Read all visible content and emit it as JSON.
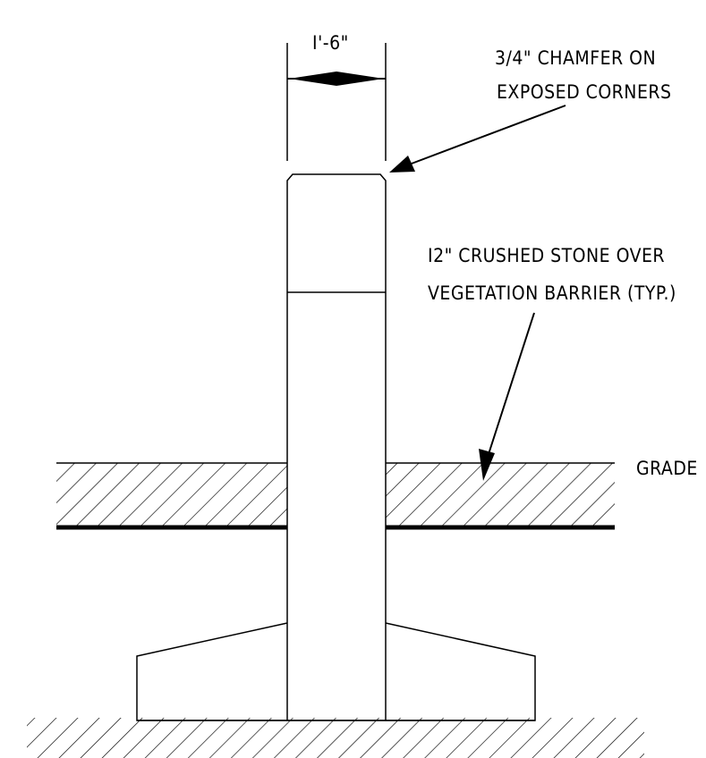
{
  "dimension": {
    "width_label": "I'-6\""
  },
  "notes": {
    "chamfer": {
      "line1": "3/4\" CHAMFER ON",
      "line2": "EXPOSED CORNERS"
    },
    "stone": {
      "line1": "I2\" CRUSHED STONE OVER",
      "line2": "VEGETATION BARRIER (TYP.)"
    },
    "grade": "GRADE"
  },
  "colors": {
    "ink": "#000000",
    "paper": "#ffffff"
  }
}
